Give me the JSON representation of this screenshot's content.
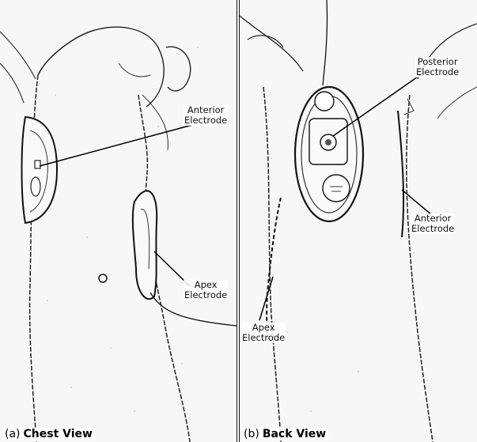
{
  "panels": [
    {
      "letter": "(a)",
      "title": "Chest View",
      "labels": {
        "anterior": [
          "Anterior",
          "Electrode"
        ],
        "apex": [
          "Apex",
          "Electrode"
        ]
      }
    },
    {
      "letter": "(b)",
      "title": "Back View",
      "labels": {
        "posterior": [
          "Posterior",
          "Electrode"
        ],
        "anterior": [
          "Anterior",
          "Electrode"
        ],
        "apex": [
          "Apex",
          "Electrode"
        ]
      }
    }
  ],
  "colors": {
    "line": "#111111",
    "background": "#f7f7f7"
  },
  "icons": {
    "navel": "navel-mark",
    "defibrillator": "device-unit"
  }
}
